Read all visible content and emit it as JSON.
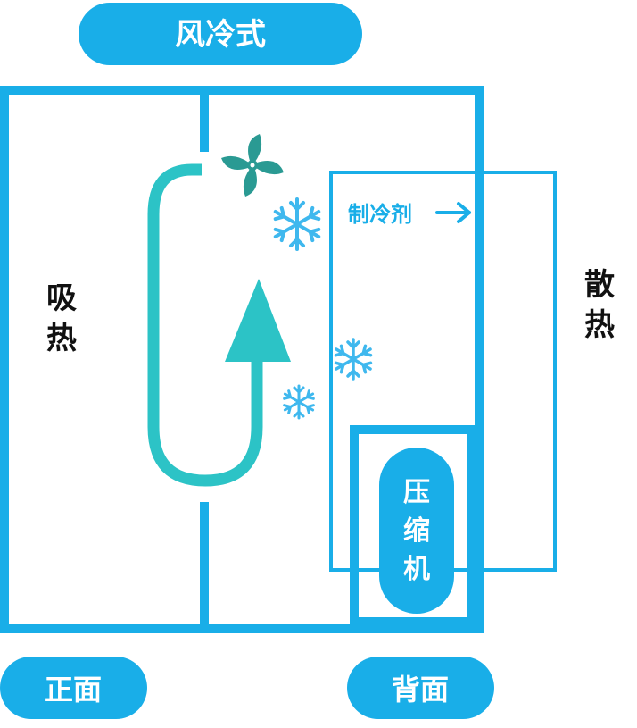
{
  "title": "风冷式",
  "labels": {
    "absorb_heat": [
      "吸",
      "热"
    ],
    "dissipate_heat": [
      "散",
      "热"
    ],
    "refrigerant": "制冷剂",
    "compressor": [
      "压",
      "缩",
      "机"
    ],
    "front": "正面",
    "back": "背面"
  },
  "colors": {
    "primary_blue": "#19aee8",
    "teal_airflow": "#2cc3c6",
    "fan_teal": "#2a9a93",
    "snowflake_blue": "#3fb8ee",
    "text_dark": "#111111",
    "text_light": "#ffffff"
  },
  "icons": [
    "fan-icon",
    "snowflake-icon",
    "arrow-right-icon",
    "airflow-arrow-icon"
  ]
}
